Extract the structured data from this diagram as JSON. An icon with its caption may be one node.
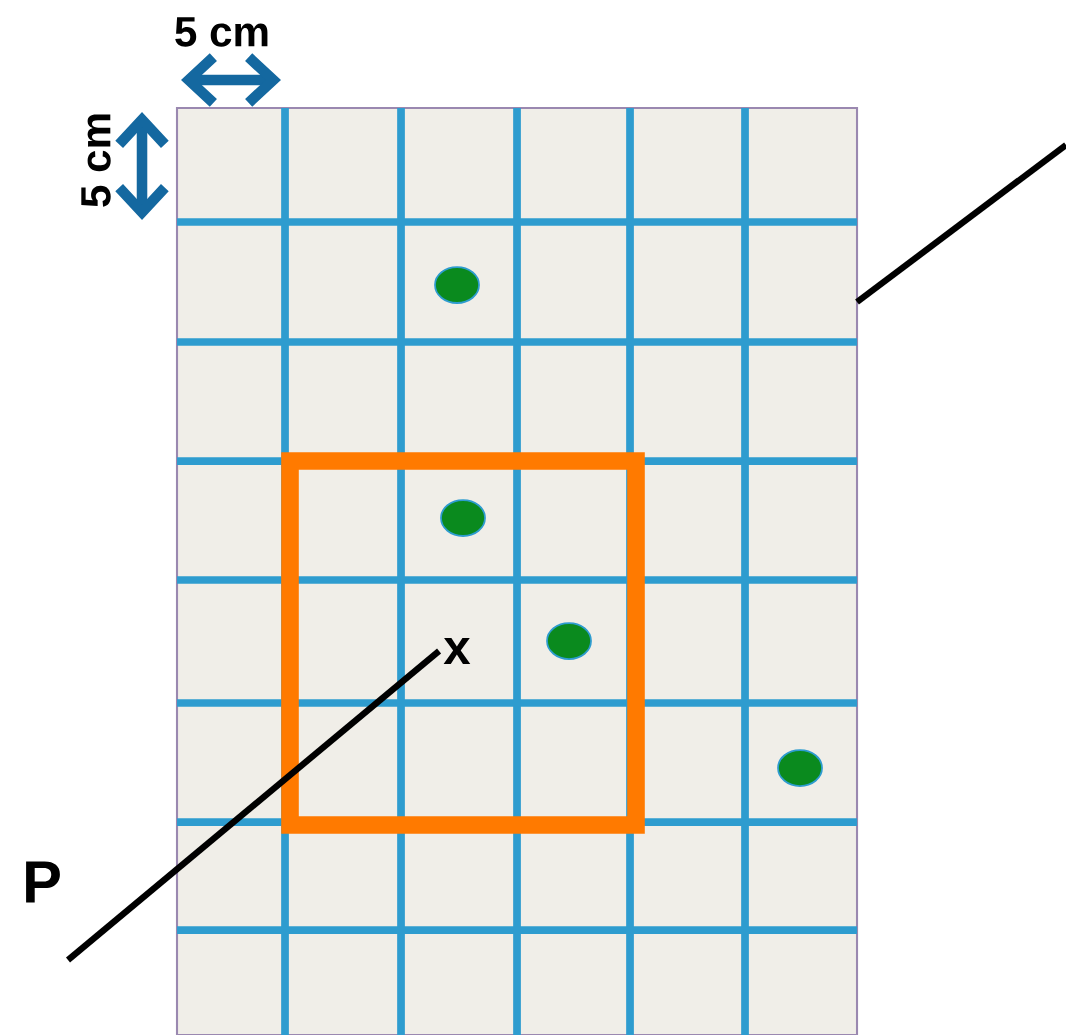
{
  "diagram": {
    "nodes": [
      {
        "text": [],
        "shape": "box"
      },
      {
        "text": [
          "x"
        ],
        "in": 0
      }
    ],
    "edges": [
      {
        "from": null,
        "to": 1,
        "arrow": "none"
      },
      {
        "from": 0,
        "to": null,
        "arrow": "none"
      }
    ],
    "labels": [
      "5 cm",
      "5 cm",
      "P"
    ]
  }
}
